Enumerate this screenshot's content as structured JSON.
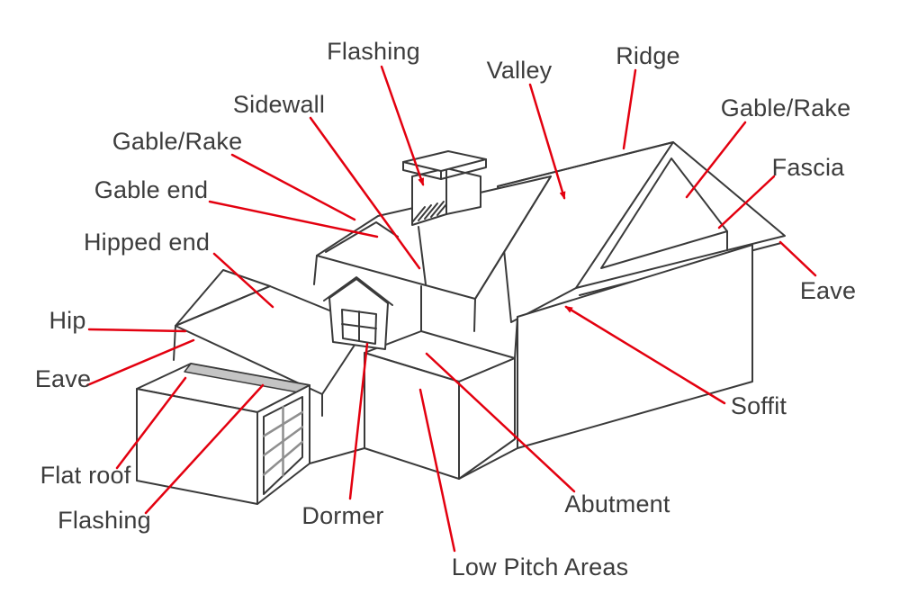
{
  "diagram_type": "labeled-roof-anatomy-diagram",
  "colors": {
    "accent": "#e3000f",
    "line": "#3a3a3a",
    "text": "#3c3c3c",
    "background": "#ffffff",
    "flashing_fill": "#c4c4c4"
  },
  "labels": [
    {
      "id": "flashing-top",
      "text": "Flashing"
    },
    {
      "id": "sidewall",
      "text": "Sidewall"
    },
    {
      "id": "gable-rake-left",
      "text": "Gable/Rake"
    },
    {
      "id": "gable-end",
      "text": "Gable end"
    },
    {
      "id": "hipped-end",
      "text": "Hipped end"
    },
    {
      "id": "hip",
      "text": "Hip"
    },
    {
      "id": "eave-left",
      "text": "Eave"
    },
    {
      "id": "flat-roof",
      "text": "Flat roof"
    },
    {
      "id": "flashing-bottom",
      "text": "Flashing"
    },
    {
      "id": "dormer",
      "text": "Dormer"
    },
    {
      "id": "low-pitch-areas",
      "text": "Low Pitch Areas"
    },
    {
      "id": "abutment",
      "text": "Abutment"
    },
    {
      "id": "soffit",
      "text": "Soffit"
    },
    {
      "id": "eave-right",
      "text": "Eave"
    },
    {
      "id": "fascia",
      "text": "Fascia"
    },
    {
      "id": "gable-rake-right",
      "text": "Gable/Rake"
    },
    {
      "id": "ridge",
      "text": "Ridge"
    },
    {
      "id": "valley",
      "text": "Valley"
    }
  ]
}
